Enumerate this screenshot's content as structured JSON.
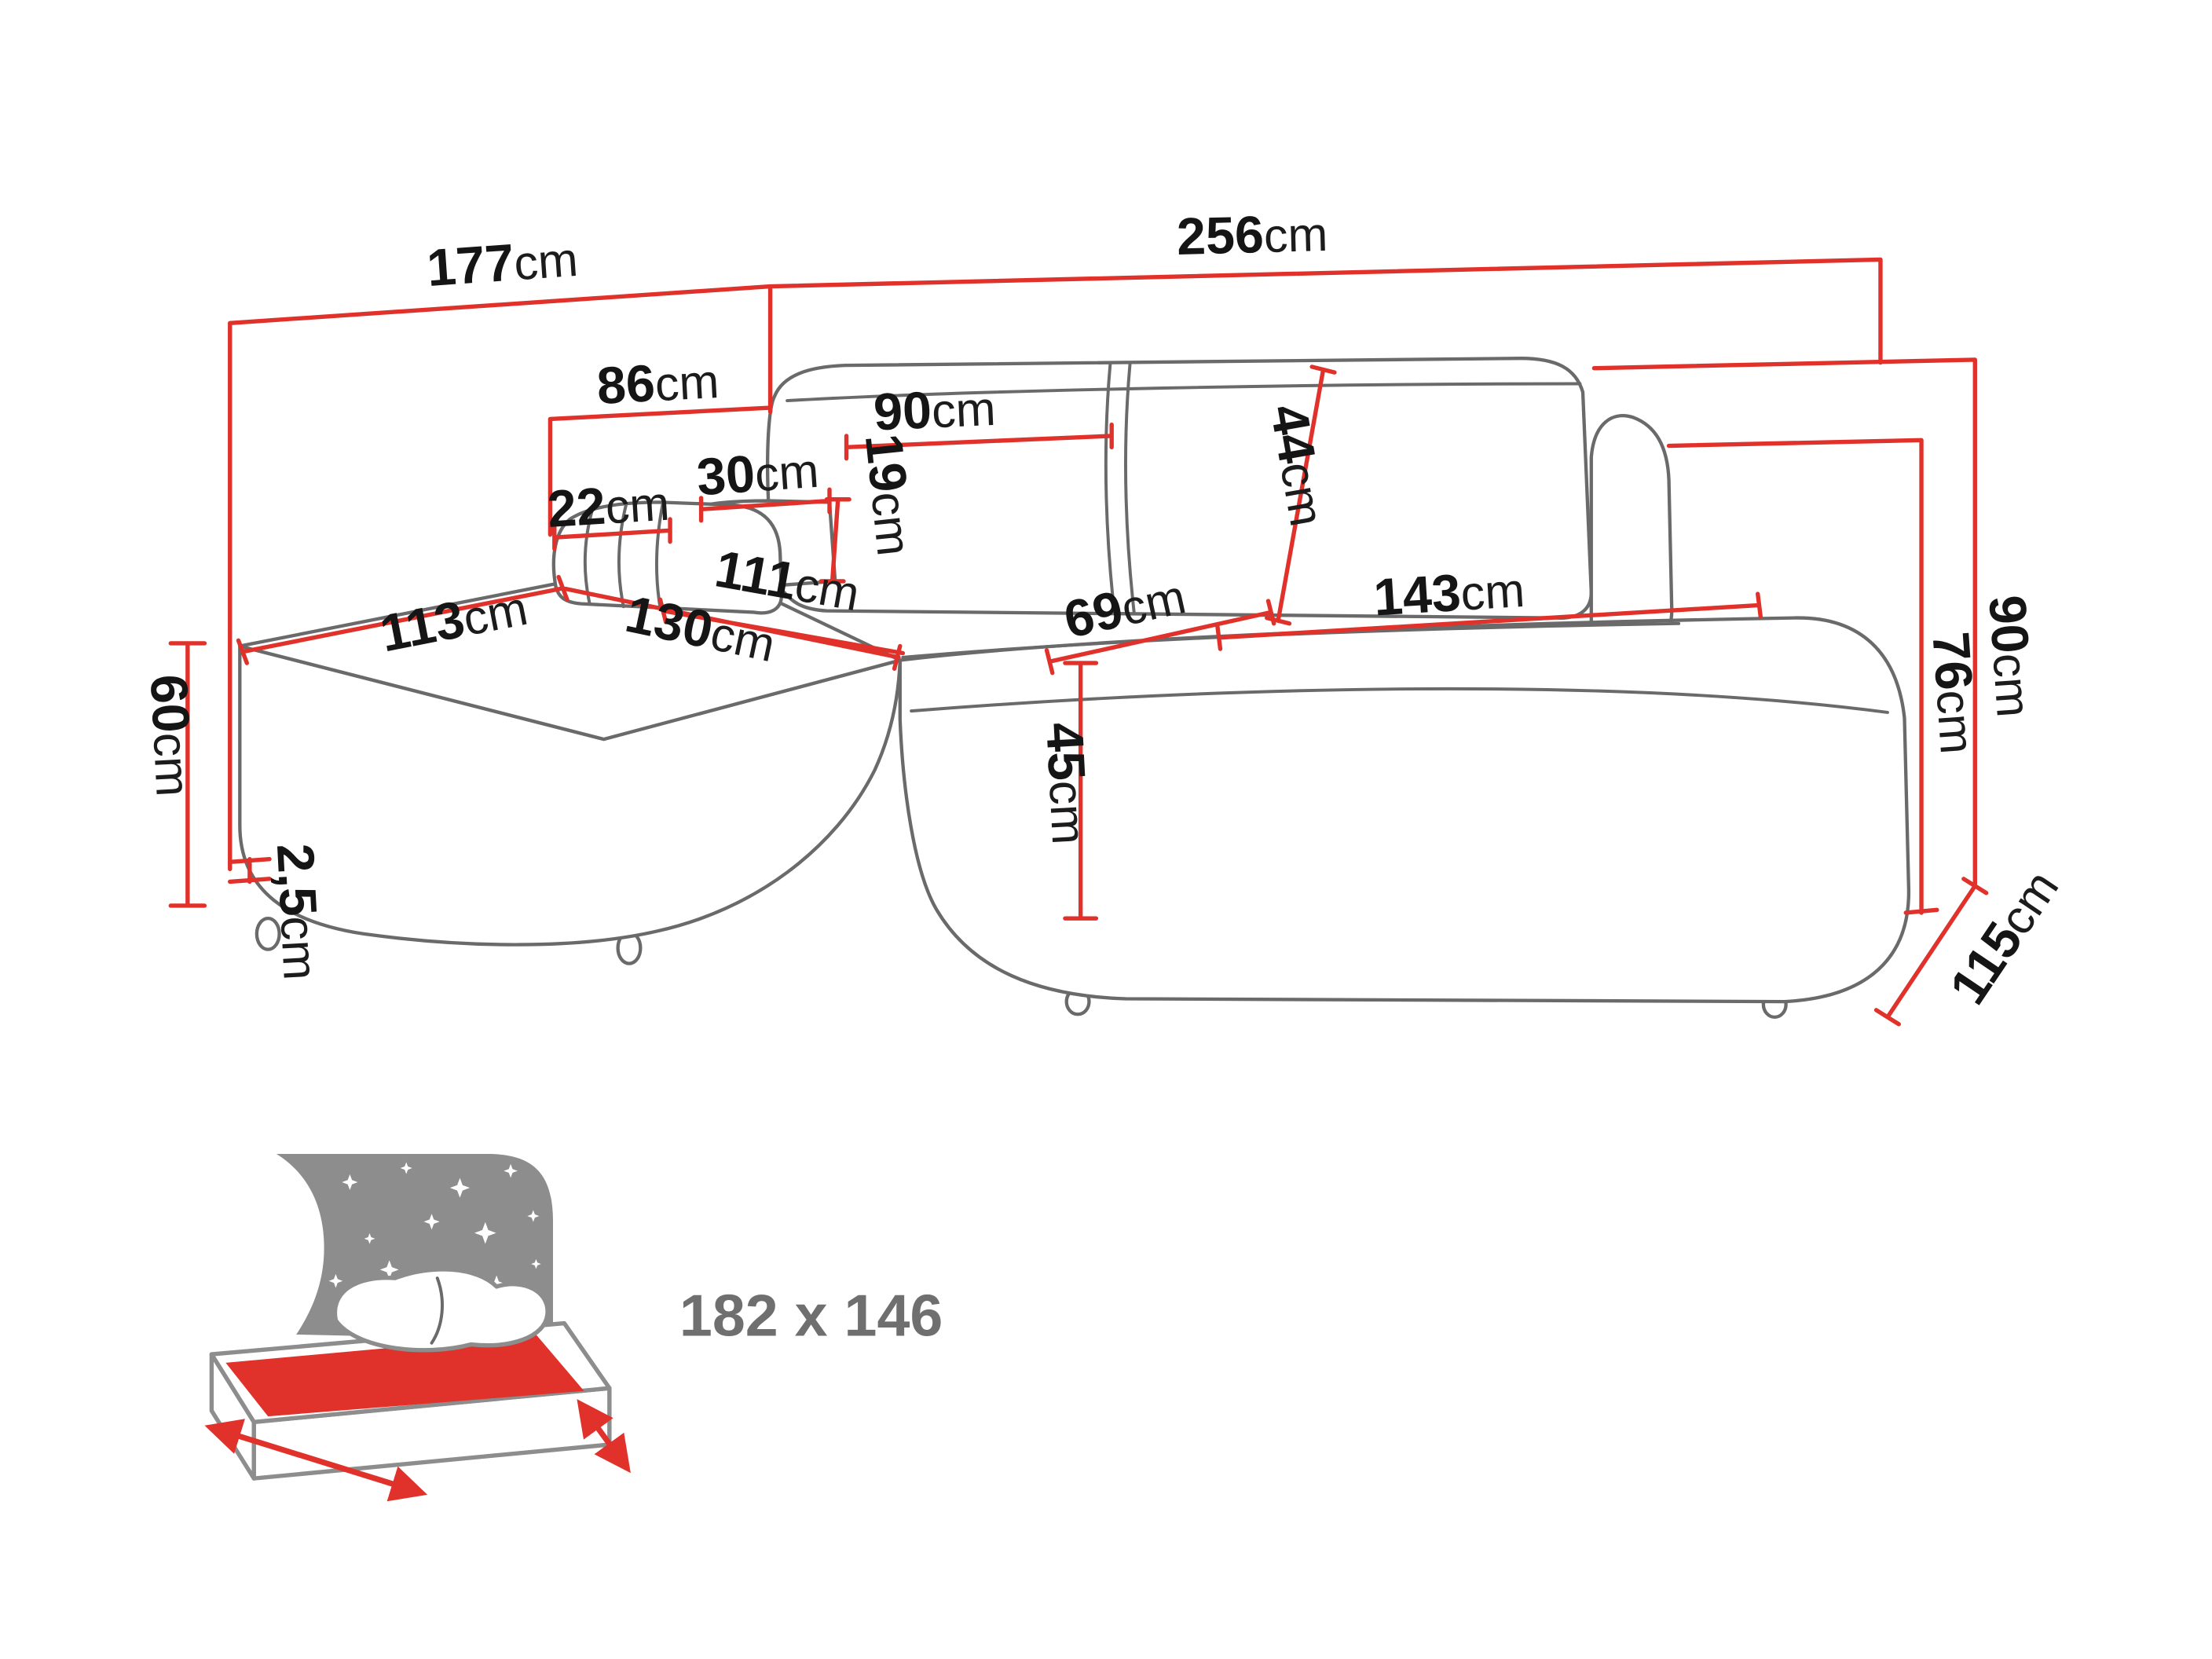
{
  "colors": {
    "dimension_red": "#e0322b",
    "sofa_outline_gray": "#6a6a6a",
    "label_black": "#151515",
    "bed_icon_gray": "#8d8d8d",
    "bed_text_gray": "#6f6f6f"
  },
  "dims": {
    "w177": {
      "value": "177",
      "unit": "cm"
    },
    "w256": {
      "value": "256",
      "unit": "cm"
    },
    "w86": {
      "value": "86",
      "unit": "cm"
    },
    "w90back": {
      "value": "90",
      "unit": "cm"
    },
    "w30": {
      "value": "30",
      "unit": "cm"
    },
    "w22": {
      "value": "22",
      "unit": "cm"
    },
    "h19": {
      "value": "19",
      "unit": "cm"
    },
    "h44": {
      "value": "44",
      "unit": "cm"
    },
    "l111": {
      "value": "111",
      "unit": "cm"
    },
    "l113": {
      "value": "113",
      "unit": "cm"
    },
    "l130": {
      "value": "130",
      "unit": "cm"
    },
    "d69": {
      "value": "69",
      "unit": "cm"
    },
    "w143": {
      "value": "143",
      "unit": "cm"
    },
    "h45": {
      "value": "45",
      "unit": "cm"
    },
    "h60": {
      "value": "60",
      "unit": "cm"
    },
    "h25": {
      "value": "2,5",
      "unit": "cm"
    },
    "h90": {
      "value": "90",
      "unit": "cm"
    },
    "h76": {
      "value": "76",
      "unit": "cm"
    },
    "d115": {
      "value": "115",
      "unit": "cm"
    }
  },
  "bed": {
    "sleeping_area": "182 x 146"
  }
}
